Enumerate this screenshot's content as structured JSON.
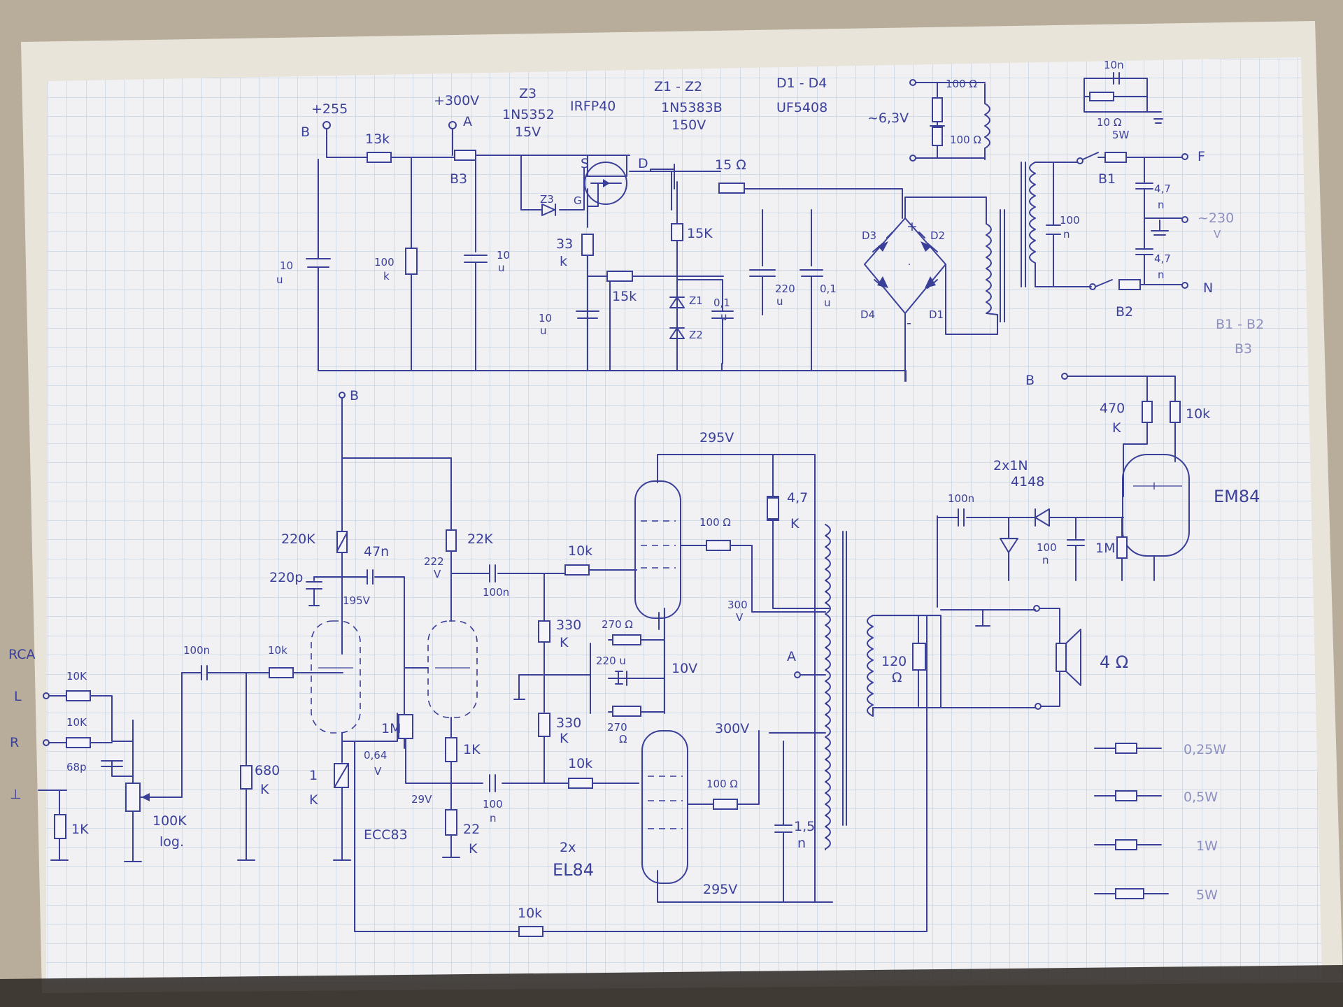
{
  "supply": {
    "node_b": "B",
    "v_b": "+255",
    "v_a": "+300V",
    "node_a": "A",
    "z3_name": "Z3",
    "z3_part": "1N5352",
    "z3_voltage": "15V",
    "mosfet_part": "IRFP40",
    "z12_name": "Z1 - Z2",
    "z12_part": "1N5383B",
    "z12_voltage": "150V",
    "d_name": "D1 - D4",
    "d_part": "UF5408",
    "heater_v": "~6,3V",
    "r_13k": "13k",
    "b3": "B3",
    "c_10u_a": "10",
    "c_unit_u": "u",
    "r_100k": "100",
    "unit_k": "k",
    "c_10u_b": "10",
    "gate_s": "S",
    "gate_g": "G",
    "drain_d": "D",
    "r_33k": "33",
    "c_10u_c": "10",
    "r_15k_mid": "15k",
    "r_15ohm": "15 Ω",
    "r_15k_right": "15K",
    "z1_label": "Z1",
    "z2_label": "Z2",
    "c_01u_a": "0,1",
    "c_220u": "220",
    "c_01u_b": "0,1",
    "d1": "D1",
    "d2": "D2",
    "d3": "D3",
    "d4": "D4",
    "plus": "+",
    "minus": "-",
    "heater_r1": "100 Ω",
    "heater_r2": "100 Ω"
  },
  "mains": {
    "cap_top": "10n",
    "r_top": "10 Ω",
    "r_top_w": "5W",
    "b1": "B1",
    "f_node": "F",
    "c47_a": "4,7",
    "c47_unit": "n",
    "c47_b": "4,7",
    "c100": "100",
    "c100_unit": "n",
    "v_mains": "~230",
    "v_unit": "V",
    "b2": "B2",
    "n_node": "N",
    "fuse_note_1": "B1 - B2",
    "fuse_note_2": "B3"
  },
  "preamp": {
    "node_b": "B",
    "rca": "RCA",
    "in_l": "L",
    "in_r": "R",
    "in_gnd": "⊥",
    "r_10k_l": "10K",
    "r_10k_r": "10K",
    "c_68p": "68p",
    "r_1k_in": "1K",
    "pot": "100K",
    "pot_type": "log.",
    "c_100n_in": "100n",
    "r_10k_grid": "10k",
    "r_680k": "680",
    "r_680k_unit": "K",
    "r_220k": "220K",
    "c_220p": "220p",
    "v_plate1": "195V",
    "c_47n": "47n",
    "r_22k_top": "22K",
    "v_222": "222",
    "v_unit": "V",
    "c_100n_mid": "100n",
    "r_1m": "1M",
    "v_064": "0,64",
    "r_1k_cath1": "1",
    "r_1k_unit": "K",
    "tube_ecc83": "ECC83",
    "r_1k_cath2": "1K",
    "v_29": "29V",
    "c_100n_low": "100",
    "c_100n_low_unit": "n",
    "r_22k_bot": "22",
    "r_22k_bot_unit": "K"
  },
  "poweramp": {
    "v_top": "295V",
    "r_10k_top": "10k",
    "r_330k_top": "330",
    "r_330k_top_unit": "K",
    "r_270_top": "270 Ω",
    "c_220u": "220 u",
    "v_10": "10V",
    "r_330k_bot": "330",
    "r_330k_bot_unit": "K",
    "r_270_bot": "270",
    "r_270_bot_unit": "Ω",
    "r_10k_bot": "10k",
    "tube_count": "2x",
    "tube_el84": "EL84",
    "r_100_top": "100 Ω",
    "r_100_bot": "100 Ω",
    "r_47k": "4,7",
    "r_47k_unit": "K",
    "v_300_top": "300",
    "v_300_top_unit": "V",
    "node_a": "A",
    "v_300_bot": "300V",
    "c_15n": "1,5",
    "c_15n_unit": "n",
    "v_bottom": "295V",
    "r_10k_fb": "10k",
    "r_120": "120",
    "r_120_unit": "Ω",
    "speaker": "4 Ω"
  },
  "indicator": {
    "node_b": "B",
    "r_470k": "470",
    "r_470k_unit": "K",
    "r_10k": "10k",
    "diodes": "2x1N",
    "diodes_part": "4148",
    "c_100n": "100n",
    "c_100n_b": "100",
    "c_100n_b_unit": "n",
    "r_1m": "1M",
    "tube_em84": "EM84"
  },
  "legend": [
    {
      "label": "0,25W"
    },
    {
      "label": "0,5W"
    },
    {
      "label": "1W"
    },
    {
      "label": "5W"
    }
  ]
}
